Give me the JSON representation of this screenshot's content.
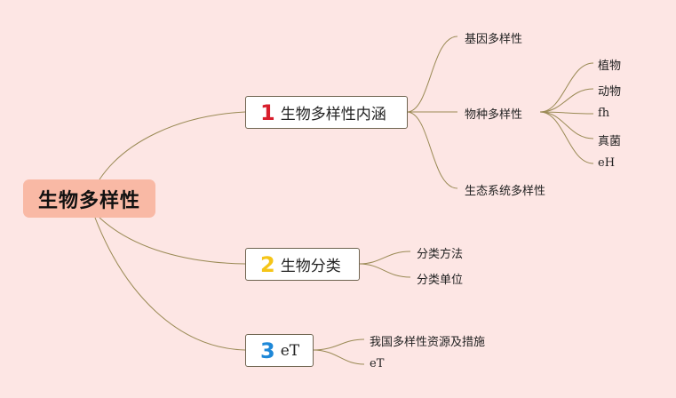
{
  "root": {
    "label": "生物多样性",
    "color": "#f9b9a5"
  },
  "branches": [
    {
      "number": "1",
      "number_color": "#d81e2c",
      "label": "生物多样性内涵",
      "children": [
        {
          "label": "基因多样性"
        },
        {
          "label": "物种多样性",
          "children": [
            {
              "label": "植物"
            },
            {
              "label": "动物"
            },
            {
              "label": "fh"
            },
            {
              "label": "真菌"
            },
            {
              "label": "eH"
            }
          ]
        },
        {
          "label": "生态系统多样性"
        }
      ]
    },
    {
      "number": "2",
      "number_color": "#f5c518",
      "label": "生物分类",
      "children": [
        {
          "label": "分类方法"
        },
        {
          "label": "分类单位"
        }
      ]
    },
    {
      "number": "3",
      "number_color": "#1e88d8",
      "label": "eT",
      "children": [
        {
          "label": "我国多样性资源及措施"
        },
        {
          "label": "eT"
        }
      ]
    }
  ],
  "colors": {
    "background": "#fde6e4",
    "connector": "#9a8a55",
    "box_border": "#6f6450"
  }
}
